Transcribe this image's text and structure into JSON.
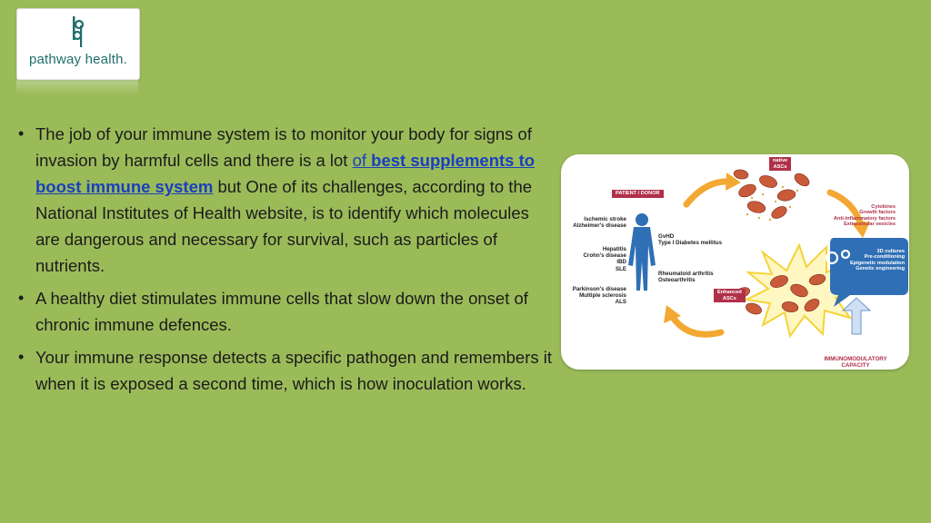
{
  "logo": {
    "brand_text": "pathway health."
  },
  "bullets": [
    {
      "text_before": "The job of your immune system is to monitor your body for signs of invasion by harmful cells and there is a lot ",
      "link_lead": "of ",
      "link_text": "best supplements to boost immune system",
      "text_after": " but One of its challenges, according to the National Institutes of Health website, is to identify which molecules are dangerous and necessary for survival, such as particles of nutrients."
    },
    {
      "text": "A healthy diet stimulates immune cells that slow down the onset of chronic immune defences."
    },
    {
      "text": " Your immune response detects a specific pathogen and remembers it when it is exposed a second time, which is how inoculation works."
    }
  ],
  "bullet_glyph": "•",
  "diagram": {
    "tag_patient": "PATIENT / DONOR",
    "tag_native": "native\nASCs",
    "tag_enhanced": "Enhanced\nASCs",
    "diseases_1": "Ischemic stroke\nAlzheimer's disease",
    "diseases_2": "Hepatitis\nCrohn's disease\nIBD\nSLE",
    "diseases_3": "Parkinson's disease\nMultiple sclerosis\nALS",
    "diseases_4": "GvHD\nType I Diabetes mellitus",
    "diseases_5": "Rheumatoid arthritis\nOsteoarthritis",
    "factors": "Cytokines\nGrowth factors\nAnti-inflammatory factors\nExtracellular vesicles",
    "methods": "3D cultures\nPre-conditioning\nEpigenetic modulation\nGenetic engineering",
    "capacity": "IMMUNOMODULATORY\nCAPACITY",
    "colors": {
      "arrow": "#f2a833",
      "bubble": "#2f6fb5",
      "tag": "#b0304a",
      "figure": "#2f6fb5"
    }
  }
}
